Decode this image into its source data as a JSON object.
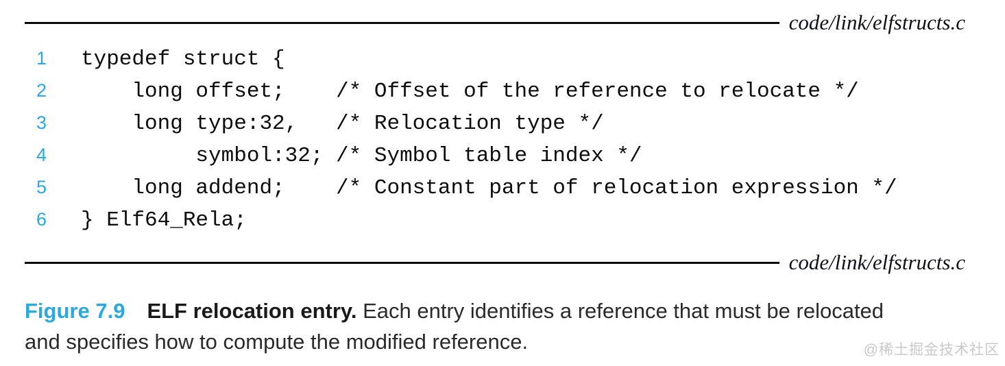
{
  "colors": {
    "accent_cyan": "#29a9e0",
    "rule_black": "#0b0b0b",
    "code_text": "#0d0d0d",
    "caption_text": "#231f20",
    "watermark_gray": "#c9c9c9"
  },
  "header": {
    "source_file": "code/link/elfstructs.c"
  },
  "footer": {
    "source_file": "code/link/elfstructs.c"
  },
  "code_listing": {
    "language": "c",
    "lines": [
      {
        "number": "1",
        "code": "typedef struct {"
      },
      {
        "number": "2",
        "code": "    long offset;    /* Offset of the reference to relocate */"
      },
      {
        "number": "3",
        "code": "    long type:32,   /* Relocation type */"
      },
      {
        "number": "4",
        "code": "         symbol:32; /* Symbol table index */"
      },
      {
        "number": "5",
        "code": "    long addend;    /* Constant part of relocation expression */"
      },
      {
        "number": "6",
        "code": "} Elf64_Rela;"
      }
    ]
  },
  "caption": {
    "figure_label": "Figure 7.9",
    "title": "ELF relocation entry.",
    "body_line1": "Each entry identifies a reference that must be relocated",
    "body_line2": "and specifies how to compute the modified reference."
  },
  "watermark": {
    "text": "@稀土掘金技术社区"
  }
}
